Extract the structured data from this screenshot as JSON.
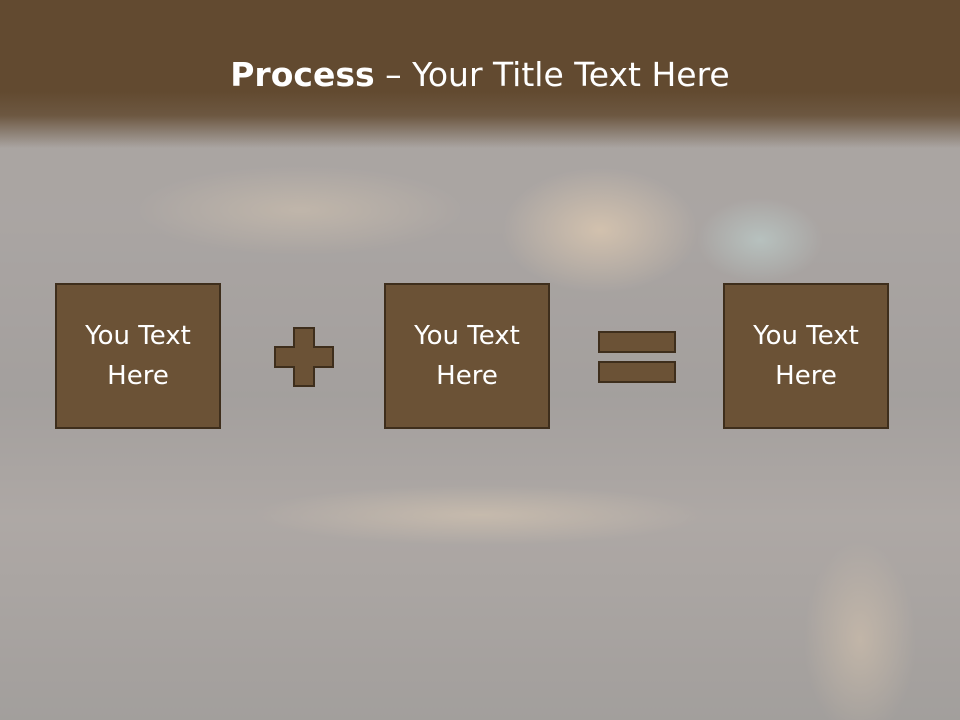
{
  "title": {
    "bold": "Process",
    "rest": " – Your Title Text Here"
  },
  "boxes": [
    {
      "label": "You Text Here"
    },
    {
      "label": "You Text Here"
    },
    {
      "label": "You Text Here"
    }
  ],
  "operators": [
    "plus-icon",
    "equals-icon"
  ],
  "colors": {
    "header": "#624a30",
    "box_fill": "#6b5236",
    "box_border": "#3e2e1c",
    "text": "#ffffff"
  }
}
